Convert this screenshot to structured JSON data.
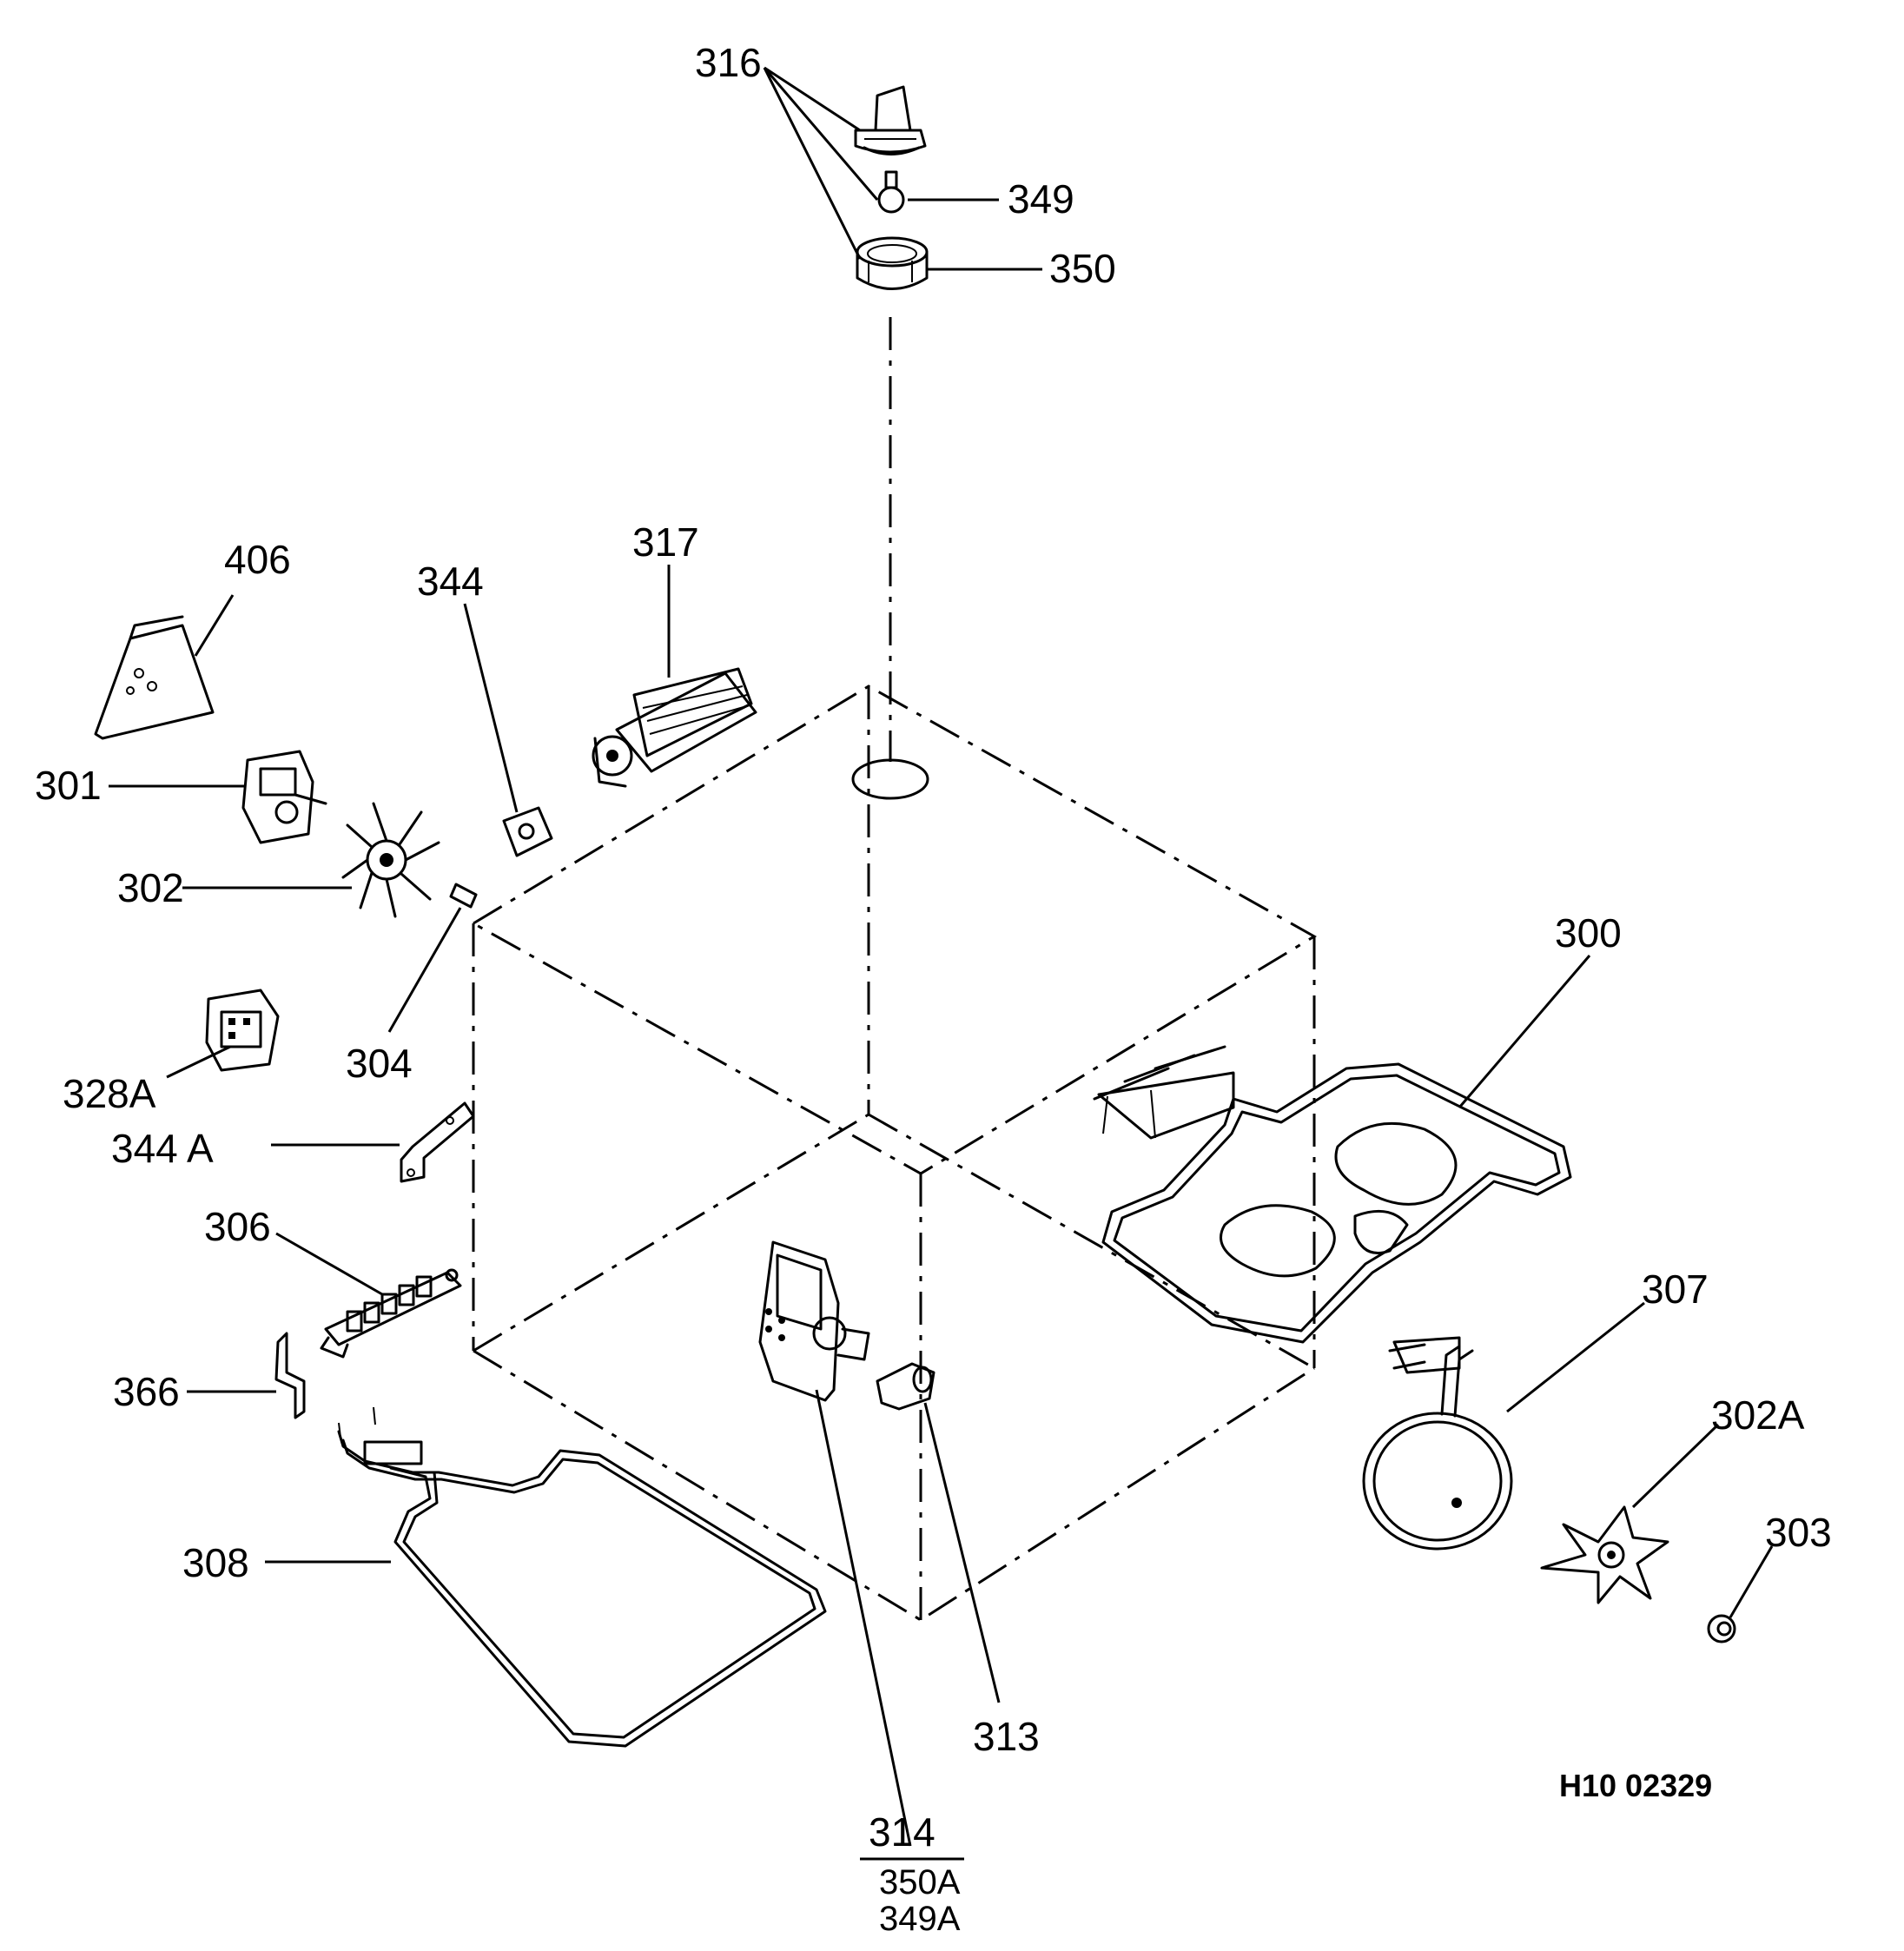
{
  "labels": {
    "p316": "316",
    "p349": "349",
    "p350": "350",
    "p317": "317",
    "p406": "406",
    "p344": "344",
    "p301": "301",
    "p302": "302",
    "p304": "304",
    "p328a": "328A",
    "p344a": "344 A",
    "p306": "306",
    "p366": "366",
    "p308": "308",
    "p300": "300",
    "p307": "307",
    "p302a": "302A",
    "p303": "303",
    "p313": "313",
    "p314": "314",
    "p350a": "350A",
    "p349a": "349A"
  },
  "drawing_code": "H10 02329"
}
